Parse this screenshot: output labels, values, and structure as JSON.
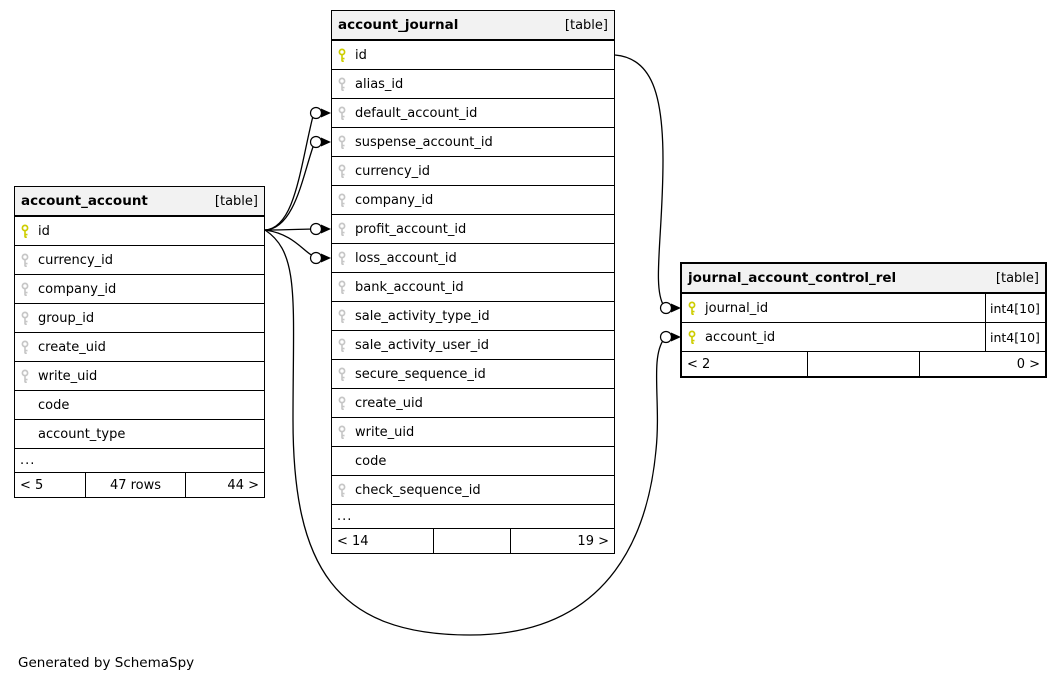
{
  "page": {
    "footer_note": "Generated by SchemaSpy"
  },
  "colors": {
    "primary_key": "#cdcd00",
    "secondary_key": "#c6c6c6",
    "header_bg": "#f2f2f2",
    "line": "#000000"
  },
  "tables": [
    {
      "id": "account_account",
      "name": "account_account",
      "badge": "[table]",
      "columns": [
        {
          "name": "id",
          "key": "primary"
        },
        {
          "name": "currency_id",
          "key": "secondary"
        },
        {
          "name": "company_id",
          "key": "secondary"
        },
        {
          "name": "group_id",
          "key": "secondary"
        },
        {
          "name": "create_uid",
          "key": "secondary"
        },
        {
          "name": "write_uid",
          "key": "secondary"
        },
        {
          "name": "code",
          "key": "none"
        },
        {
          "name": "account_type",
          "key": "none"
        }
      ],
      "ellipsis": "...",
      "footer": {
        "left": "< 5",
        "center": "47 rows",
        "right": "44 >"
      }
    },
    {
      "id": "account_journal",
      "name": "account_journal",
      "badge": "[table]",
      "columns": [
        {
          "name": "id",
          "key": "primary"
        },
        {
          "name": "alias_id",
          "key": "secondary"
        },
        {
          "name": "default_account_id",
          "key": "secondary"
        },
        {
          "name": "suspense_account_id",
          "key": "secondary"
        },
        {
          "name": "currency_id",
          "key": "secondary"
        },
        {
          "name": "company_id",
          "key": "secondary"
        },
        {
          "name": "profit_account_id",
          "key": "secondary"
        },
        {
          "name": "loss_account_id",
          "key": "secondary"
        },
        {
          "name": "bank_account_id",
          "key": "secondary"
        },
        {
          "name": "sale_activity_type_id",
          "key": "secondary"
        },
        {
          "name": "sale_activity_user_id",
          "key": "secondary"
        },
        {
          "name": "secure_sequence_id",
          "key": "secondary"
        },
        {
          "name": "create_uid",
          "key": "secondary"
        },
        {
          "name": "write_uid",
          "key": "secondary"
        },
        {
          "name": "code",
          "key": "none"
        },
        {
          "name": "check_sequence_id",
          "key": "secondary"
        }
      ],
      "ellipsis": "...",
      "footer": {
        "left": "< 14",
        "center": "",
        "right": "19 >"
      }
    },
    {
      "id": "journal_account_control_rel",
      "name": "journal_account_control_rel",
      "badge": "[table]",
      "emphasized": true,
      "columns": [
        {
          "name": "journal_id",
          "key": "primary",
          "type": "int4[10]"
        },
        {
          "name": "account_id",
          "key": "primary",
          "type": "int4[10]"
        }
      ],
      "footer": {
        "left": "< 2",
        "center": "",
        "right": "0 >"
      }
    }
  ],
  "relationships": [
    {
      "from": "account_account.id",
      "to": "account_journal.default_account_id"
    },
    {
      "from": "account_account.id",
      "to": "account_journal.suspense_account_id"
    },
    {
      "from": "account_account.id",
      "to": "account_journal.profit_account_id"
    },
    {
      "from": "account_account.id",
      "to": "account_journal.loss_account_id"
    },
    {
      "from": "account_account.id",
      "to": "journal_account_control_rel.account_id"
    },
    {
      "from": "account_journal.id",
      "to": "journal_account_control_rel.journal_id"
    }
  ]
}
